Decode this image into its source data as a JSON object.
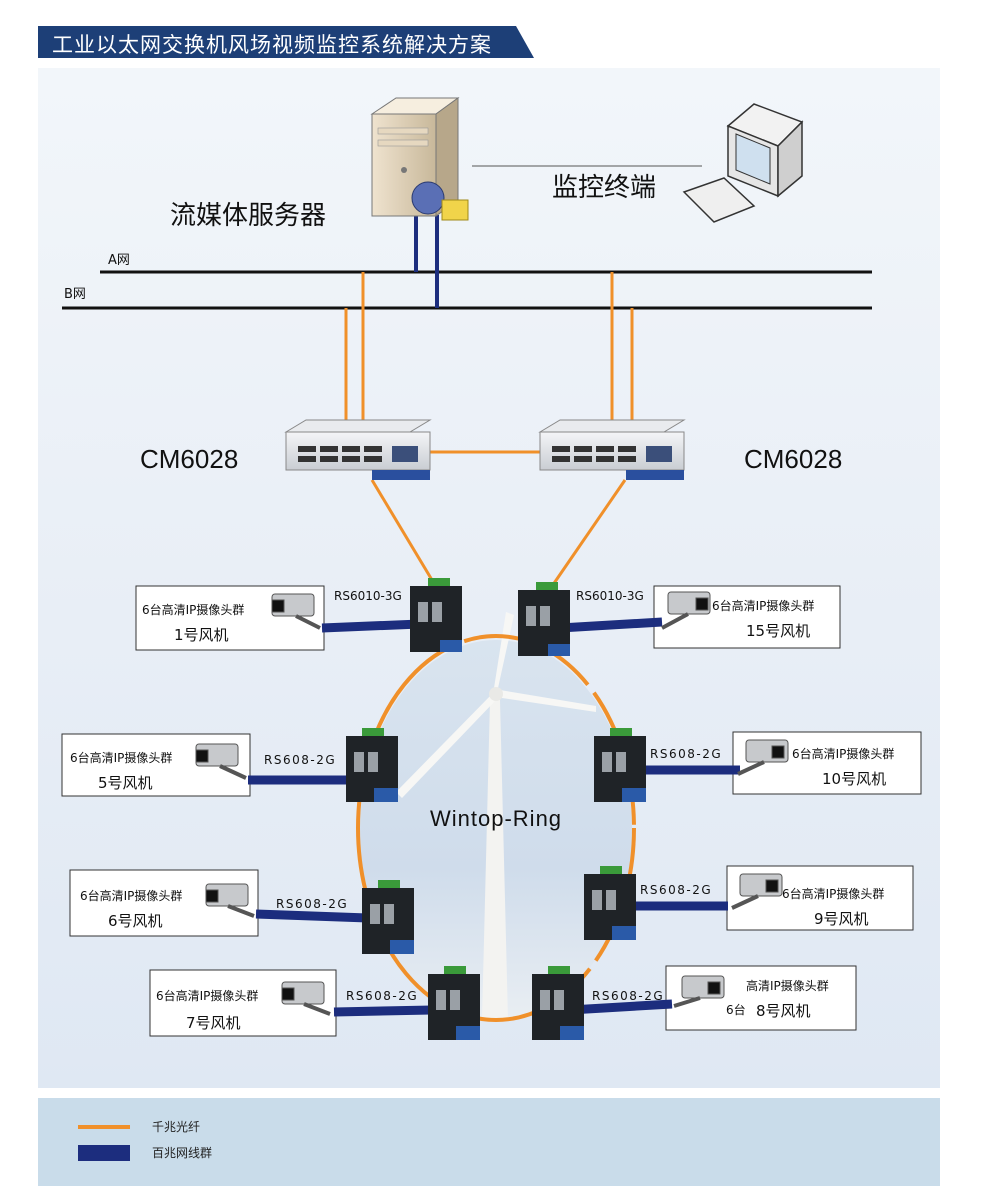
{
  "title": "工业以太网交换机风场视频监控系统解决方案",
  "server_label": "流媒体服务器",
  "terminal_label": "监控终端",
  "net_a": "A网",
  "net_b": "B网",
  "core_switch_left": "CM6028",
  "core_switch_right": "CM6028",
  "ring_label": "Wintop-Ring",
  "switches": {
    "s1": "RS6010-3G",
    "s15": "RS6010-3G",
    "s5": "RS608-2G",
    "s10": "RS608-2G",
    "s6": "RS608-2G",
    "s9": "RS608-2G",
    "s7": "RS608-2G",
    "s8": "RS608-2G"
  },
  "cameras": {
    "c1": {
      "line1": "6台高清IP摄像头群",
      "line2": "1号风机"
    },
    "c15": {
      "line1": "6台高清IP摄像头群",
      "line2": "15号风机"
    },
    "c5": {
      "line1": "6台高清IP摄像头群",
      "line2": "5号风机"
    },
    "c10": {
      "line1": "6台高清IP摄像头群",
      "line2": "10号风机"
    },
    "c6": {
      "line1": "6台高清IP摄像头群",
      "line2": "6号风机"
    },
    "c9": {
      "line1": "6台高清IP摄像头群",
      "line2": "9号风机"
    },
    "c7": {
      "line1": "6台高清IP摄像头群",
      "line2": "7号风机"
    },
    "c8": {
      "line1": "高清IP摄像头群",
      "line2": "8号风机",
      "prefix": "6台"
    }
  },
  "legend": {
    "fiber": "千兆光纤",
    "copper": "百兆网线群"
  },
  "colors": {
    "fiber": "#f0902a",
    "copper": "#1c2d7e",
    "banner": "#1d3f77"
  }
}
